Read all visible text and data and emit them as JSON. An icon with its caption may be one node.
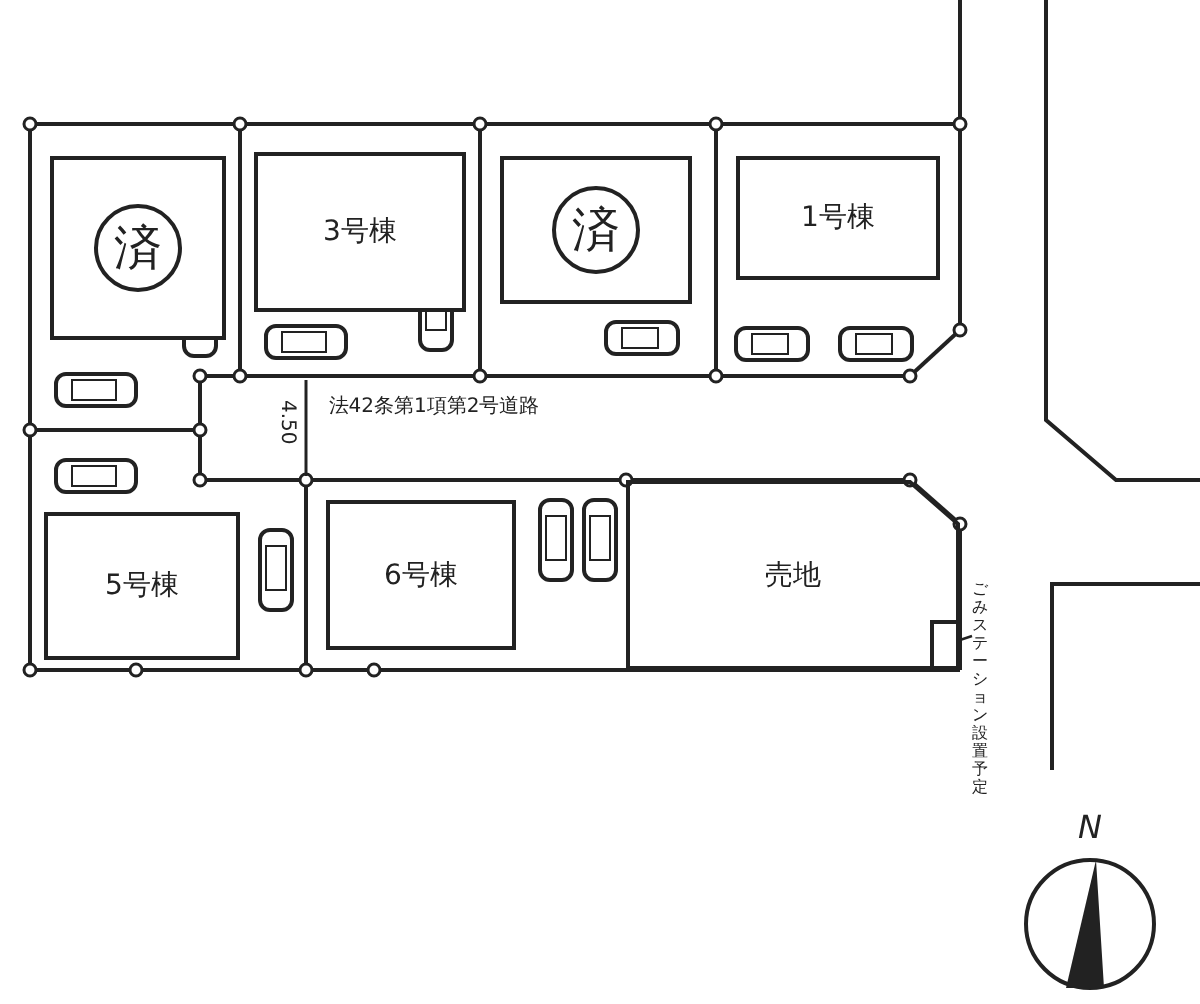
{
  "diagram": {
    "nodes": [
      {
        "text": [
          "済"
        ]
      },
      {
        "text": [
          "3号棟"
        ]
      },
      {
        "text": [
          "済"
        ]
      },
      {
        "text": [
          "1号棟"
        ]
      },
      {
        "text": [
          "5号棟"
        ]
      },
      {
        "text": [
          "6号棟"
        ]
      },
      {
        "text": [
          "売地"
        ]
      },
      {
        "text": [
          "ごみステーション設置予定"
        ]
      },
      {
        "text": [],
        "shape": "box",
        "in": 6
      }
    ],
    "edges": [
      {
        "from": 7,
        "to": 8,
        "arrow": "none"
      }
    ],
    "labels": [
      "4.50",
      "法42条第1項第2号道路",
      "N"
    ]
  }
}
